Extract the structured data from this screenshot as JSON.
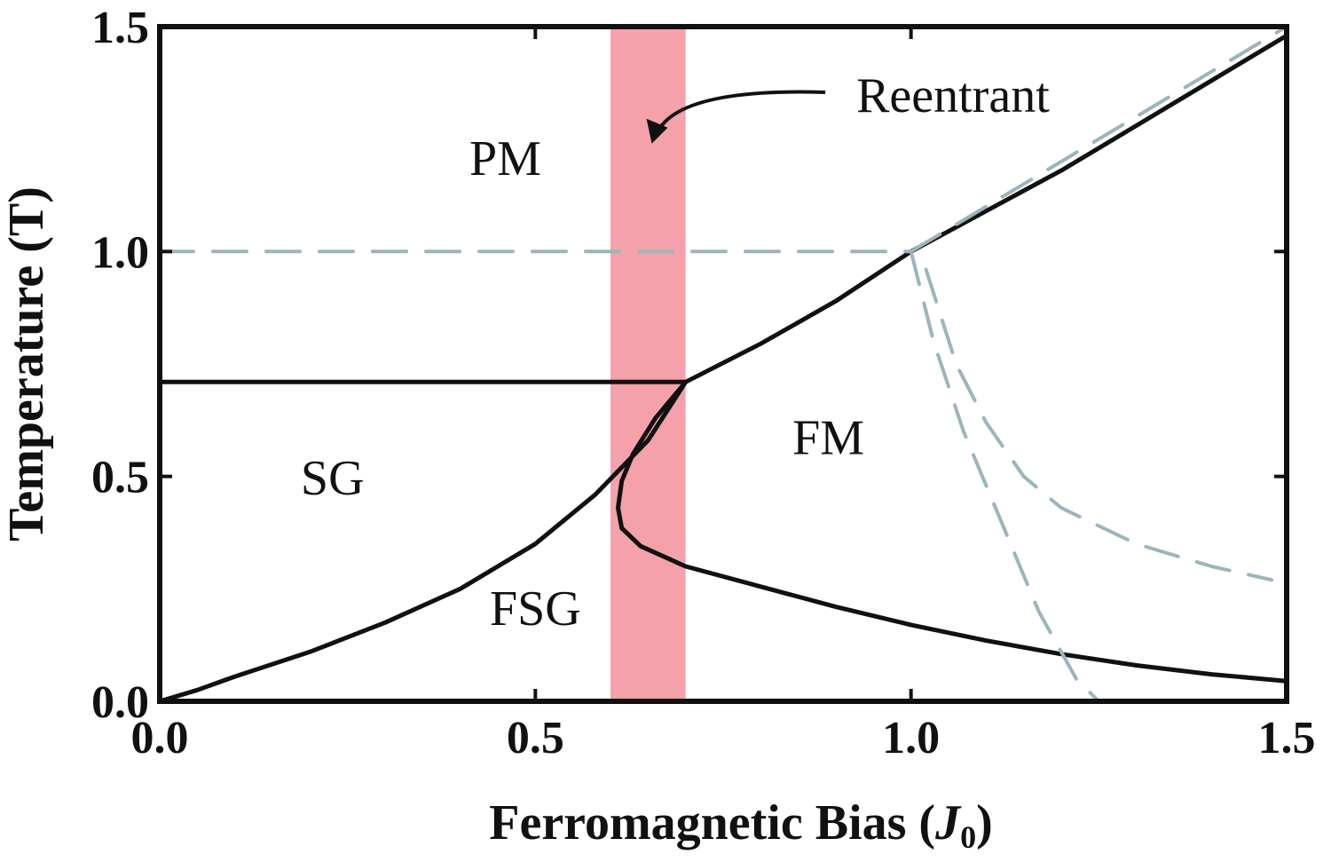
{
  "chart_data": {
    "type": "line",
    "title": "",
    "xlabel": "Ferromagnetic Bias (J0)",
    "xlabel_parts": {
      "main": "Ferromagnetic Bias (",
      "var": "J",
      "sub": "0",
      "close": ")"
    },
    "ylabel": "Temperature  (T)",
    "xlim": [
      0,
      1.5
    ],
    "ylim": [
      0,
      1.5
    ],
    "xticks": [
      "0.0",
      "0.5",
      "1.0",
      "1.5"
    ],
    "yticks": [
      "0.0",
      "0.5",
      "1.0",
      "1.5"
    ],
    "grid": false,
    "colors": {
      "solid": "#111111",
      "dashed": "#9bb5bd",
      "band": "#f5a1aa"
    },
    "regions": [
      {
        "label": "PM",
        "x": 0.46,
        "y": 1.17
      },
      {
        "label": "SG",
        "x": 0.23,
        "y": 0.46
      },
      {
        "label": "FSG",
        "x": 0.5,
        "y": 0.17
      },
      {
        "label": "FM",
        "x": 0.89,
        "y": 0.55
      }
    ],
    "band": {
      "x": [
        0.6,
        0.7
      ],
      "label": "Reentrant"
    },
    "annotation": {
      "text": "Reentrant",
      "text_x": 0.88,
      "text_y": 1.35,
      "arrow_to_x": 0.655,
      "arrow_to_y": 1.24
    },
    "series": [
      {
        "style": "solid",
        "x": [
          0.7,
          0.8,
          0.9,
          1.0,
          1.1,
          1.2,
          1.3,
          1.4,
          1.5
        ],
        "y": [
          0.71,
          0.795,
          0.89,
          1.0,
          1.09,
          1.18,
          1.28,
          1.38,
          1.48
        ]
      },
      {
        "style": "solid",
        "x": [
          0,
          0.7
        ],
        "y": [
          0.71,
          0.71
        ]
      },
      {
        "style": "solid",
        "x": [
          0.0,
          0.05,
          0.1,
          0.2,
          0.3,
          0.4,
          0.5,
          0.58,
          0.65,
          0.7
        ],
        "y": [
          0.0,
          0.025,
          0.055,
          0.11,
          0.175,
          0.25,
          0.35,
          0.46,
          0.58,
          0.71
        ]
      },
      {
        "style": "solid",
        "x": [
          0.7,
          0.66,
          0.63,
          0.615,
          0.61,
          0.615,
          0.64,
          0.7,
          0.8,
          0.9,
          1.0,
          1.1,
          1.2,
          1.3,
          1.4,
          1.5
        ],
        "y": [
          0.71,
          0.63,
          0.55,
          0.49,
          0.43,
          0.385,
          0.345,
          0.3,
          0.255,
          0.21,
          0.17,
          0.135,
          0.105,
          0.08,
          0.06,
          0.045
        ]
      },
      {
        "style": "dashed",
        "x": [
          0,
          1.0
        ],
        "y": [
          1.0,
          1.0
        ]
      },
      {
        "style": "dashed",
        "x": [
          1.0,
          1.5
        ],
        "y": [
          1.0,
          1.5
        ]
      },
      {
        "style": "dashed",
        "x": [
          1.0,
          1.03,
          1.07,
          1.12,
          1.17,
          1.22,
          1.25
        ],
        "y": [
          1.0,
          0.8,
          0.6,
          0.4,
          0.2,
          0.05,
          0.0
        ]
      },
      {
        "style": "dashed",
        "x": [
          1.02,
          1.06,
          1.1,
          1.15,
          1.2,
          1.3,
          1.4,
          1.48
        ],
        "y": [
          0.96,
          0.75,
          0.62,
          0.5,
          0.43,
          0.35,
          0.3,
          0.27
        ]
      }
    ]
  }
}
